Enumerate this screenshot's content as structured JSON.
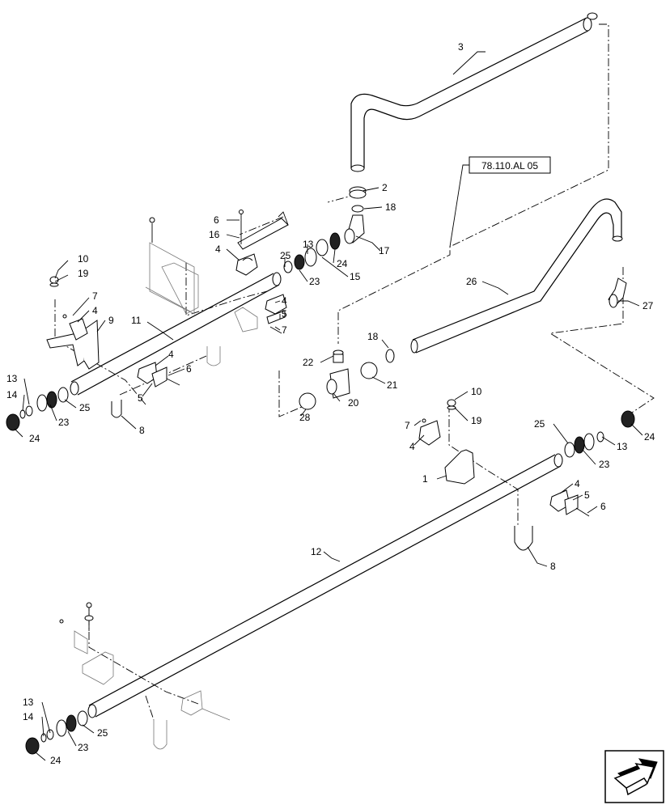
{
  "reference_box": "78.110.AL 05",
  "callouts": [
    {
      "id": "c3",
      "text": "3"
    },
    {
      "id": "c2",
      "text": "2"
    },
    {
      "id": "c18a",
      "text": "18"
    },
    {
      "id": "c6a",
      "text": "6"
    },
    {
      "id": "c16",
      "text": "16"
    },
    {
      "id": "c17",
      "text": "17"
    },
    {
      "id": "c13a",
      "text": "13"
    },
    {
      "id": "c25a",
      "text": "25"
    },
    {
      "id": "c4a",
      "text": "4"
    },
    {
      "id": "c24a",
      "text": "24"
    },
    {
      "id": "c23a",
      "text": "23"
    },
    {
      "id": "c15",
      "text": "15"
    },
    {
      "id": "c10a",
      "text": "10"
    },
    {
      "id": "c19a",
      "text": "19"
    },
    {
      "id": "c26",
      "text": "26"
    },
    {
      "id": "c27",
      "text": "27"
    },
    {
      "id": "c7a",
      "text": "7"
    },
    {
      "id": "c4b",
      "text": "4"
    },
    {
      "id": "c9",
      "text": "9"
    },
    {
      "id": "c11",
      "text": "11"
    },
    {
      "id": "c4c",
      "text": "4"
    },
    {
      "id": "c5a",
      "text": "5"
    },
    {
      "id": "c7b",
      "text": "7"
    },
    {
      "id": "c18b",
      "text": "18"
    },
    {
      "id": "c22",
      "text": "22"
    },
    {
      "id": "c21",
      "text": "21"
    },
    {
      "id": "c4d",
      "text": "4"
    },
    {
      "id": "c6b",
      "text": "6"
    },
    {
      "id": "c5b",
      "text": "5"
    },
    {
      "id": "c20",
      "text": "20"
    },
    {
      "id": "c13b",
      "text": "13"
    },
    {
      "id": "c14a",
      "text": "14"
    },
    {
      "id": "c25b",
      "text": "25"
    },
    {
      "id": "c23b",
      "text": "23"
    },
    {
      "id": "c24b",
      "text": "24"
    },
    {
      "id": "c8a",
      "text": "8"
    },
    {
      "id": "c28",
      "text": "28"
    },
    {
      "id": "c10b",
      "text": "10"
    },
    {
      "id": "c19b",
      "text": "19"
    },
    {
      "id": "c7c",
      "text": "7"
    },
    {
      "id": "c4e",
      "text": "4"
    },
    {
      "id": "c25c",
      "text": "25"
    },
    {
      "id": "c13c",
      "text": "13"
    },
    {
      "id": "c24c",
      "text": "24"
    },
    {
      "id": "c23c",
      "text": "23"
    },
    {
      "id": "c1",
      "text": "1"
    },
    {
      "id": "c4f",
      "text": "4"
    },
    {
      "id": "c5c",
      "text": "5"
    },
    {
      "id": "c6c",
      "text": "6"
    },
    {
      "id": "c8b",
      "text": "8"
    },
    {
      "id": "c12",
      "text": "12"
    },
    {
      "id": "c13d",
      "text": "13"
    },
    {
      "id": "c14b",
      "text": "14"
    },
    {
      "id": "c25d",
      "text": "25"
    },
    {
      "id": "c23d",
      "text": "23"
    },
    {
      "id": "c24d",
      "text": "24"
    }
  ],
  "nav_icon": "next-page-arrow-icon"
}
